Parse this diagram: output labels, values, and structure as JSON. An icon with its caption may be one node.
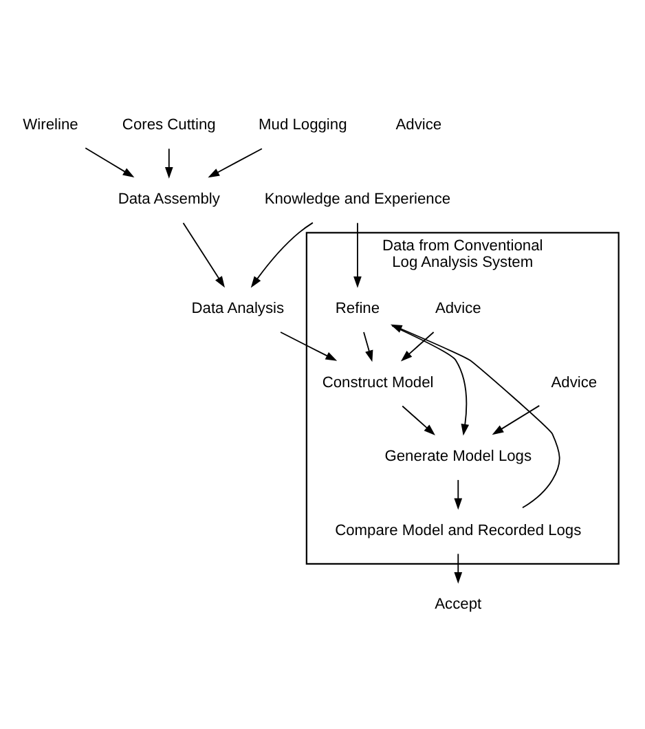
{
  "diagram": {
    "nodes": [
      {
        "text": [
          "Wireline"
        ]
      },
      {
        "text": [
          "Cores Cutting"
        ]
      },
      {
        "text": [
          "Mud Logging"
        ]
      },
      {
        "text": [
          "Data Assembly"
        ]
      },
      {
        "text": [
          "Knowledge and Experience"
        ]
      },
      {
        "text": [
          "Data Analysis"
        ]
      },
      {
        "text": [
          "Data from Conventional",
          "Log Analysis System"
        ]
      },
      {
        "text": [
          "Advice"
        ],
        "in": 6
      },
      {
        "text": [
          "Construct Model"
        ],
        "in": 6
      },
      {
        "text": [
          "Advice"
        ],
        "in": 6
      },
      {
        "text": [
          "Generate Model Logs"
        ],
        "in": 6
      },
      {
        "text": [
          "Refine"
        ],
        "in": 6
      },
      {
        "text": [
          "Compare Model and Recorded Logs"
        ],
        "in": 6
      },
      {
        "text": [
          "Accept"
        ]
      }
    ],
    "edges": [
      {
        "from": 0,
        "to": 3,
        "arrow": "to"
      },
      {
        "from": 1,
        "to": 3,
        "arrow": "to"
      },
      {
        "from": 2,
        "to": 3,
        "arrow": "to"
      },
      {
        "from": 3,
        "to": 5,
        "arrow": "to"
      },
      {
        "from": 4,
        "to": 5,
        "arrow": "to"
      },
      {
        "from": 4,
        "to": 11,
        "arrow": "to"
      },
      {
        "from": 5,
        "to": 8,
        "arrow": "to"
      },
      {
        "from": 7,
        "to": 8,
        "arrow": "to"
      },
      {
        "from": 11,
        "to": 8,
        "arrow": "to"
      },
      {
        "from": 8,
        "to": 10,
        "arrow": "to"
      },
      {
        "from": 9,
        "to": 10,
        "arrow": "to"
      },
      {
        "from": 11,
        "to": 10,
        "arrow": "to"
      },
      {
        "from": 10,
        "to": 12,
        "arrow": "to"
      },
      {
        "from": 12,
        "to": 11,
        "arrow": "to"
      },
      {
        "from": 12,
        "to": 13,
        "arrow": "to"
      }
    ],
    "labels": [
      "Advice"
    ]
  }
}
